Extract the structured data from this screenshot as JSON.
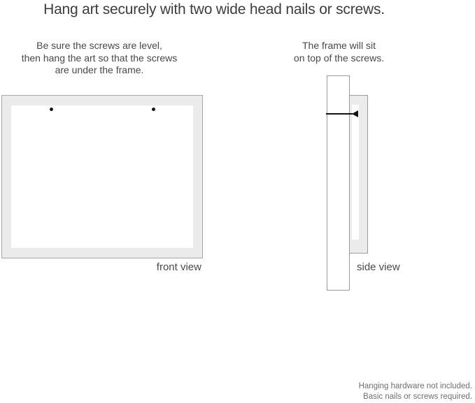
{
  "title": "Hang art securely with two wide head nails or screws.",
  "front_view": {
    "instruction": "Be sure the screws are level,\nthen hang the art so that the screws\nare under the frame.",
    "label": "front view",
    "screw_count": 2
  },
  "side_view": {
    "instruction": "The frame will sit\non top of the screws.",
    "label": "side view"
  },
  "footer": {
    "note": "Hanging hardware not included.\nBasic nails or screws required."
  },
  "colors": {
    "background": "#ffffff",
    "frame_fill": "#ebebeb",
    "frame_border": "#a8a8a8",
    "text_dark": "#3d3d3d",
    "text_body": "#484848",
    "text_muted": "#6f6f6f",
    "nail": "#151515"
  }
}
